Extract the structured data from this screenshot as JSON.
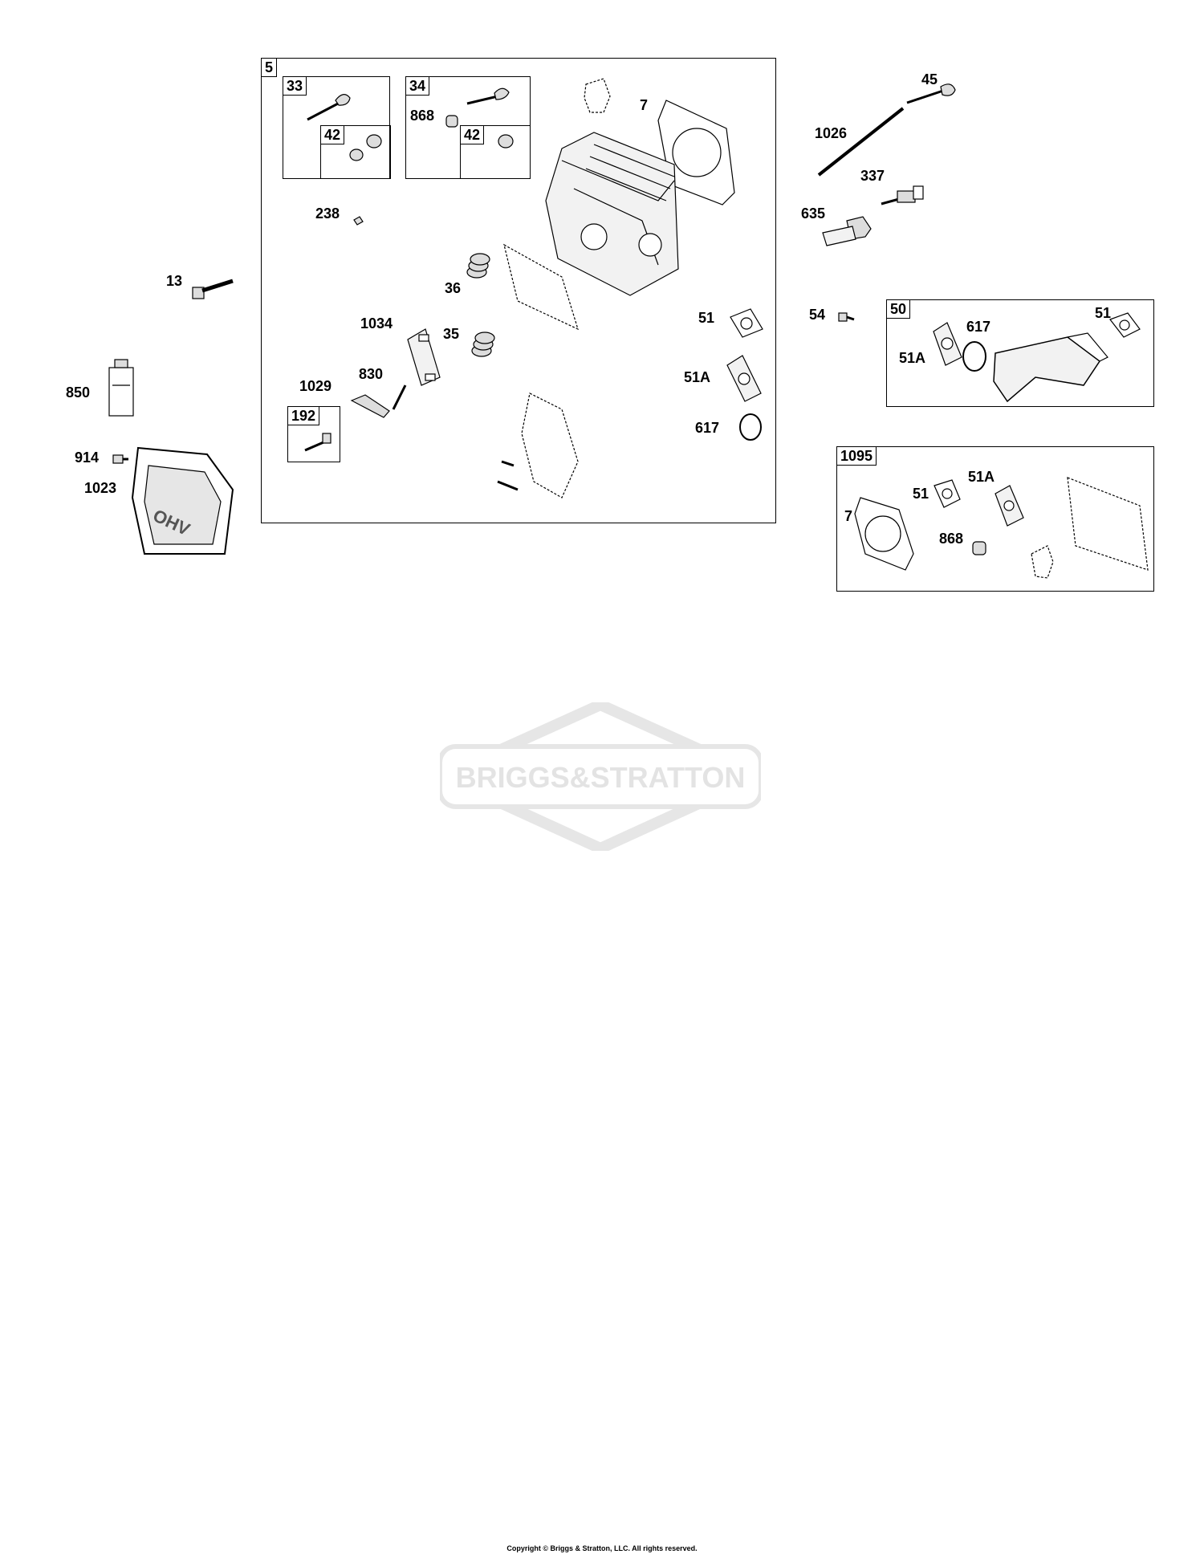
{
  "watermark": "BRIGGS&STRATTON",
  "copyright": "Copyright © Briggs & Stratton, LLC. All rights reserved.",
  "groups": {
    "g5": "5",
    "g33": "33",
    "g34": "34",
    "g42a": "42",
    "g42b": "42",
    "g192": "192",
    "g50": "50",
    "g1095": "1095"
  },
  "labels": {
    "l7_head": "7",
    "l868_a": "868",
    "l238": "238",
    "l13": "13",
    "l36": "36",
    "l1034": "1034",
    "l35": "35",
    "l51_a": "51",
    "l51A_a": "51A",
    "l617_a": "617",
    "l1029": "1029",
    "l830": "830",
    "l850": "850",
    "l914": "914",
    "l1023": "1023",
    "l45": "45",
    "l1026": "1026",
    "l337": "337",
    "l635": "635",
    "l54": "54",
    "l617_b": "617",
    "l51_b": "51",
    "l51A_b": "51A",
    "l51A_c": "51A",
    "l51_c": "51",
    "l7_kit": "7",
    "l868_b": "868"
  },
  "icon_names": [
    "valve-icon",
    "valve-seal-icon",
    "cylinder-head-icon",
    "gasket-icon",
    "bolt-icon",
    "spring-icon",
    "rocker-arm-icon",
    "pushrod-icon",
    "spark-plug-icon",
    "intake-manifold-icon",
    "valve-cover-icon",
    "sealant-tube-icon",
    "logo-watermark-icon"
  ]
}
